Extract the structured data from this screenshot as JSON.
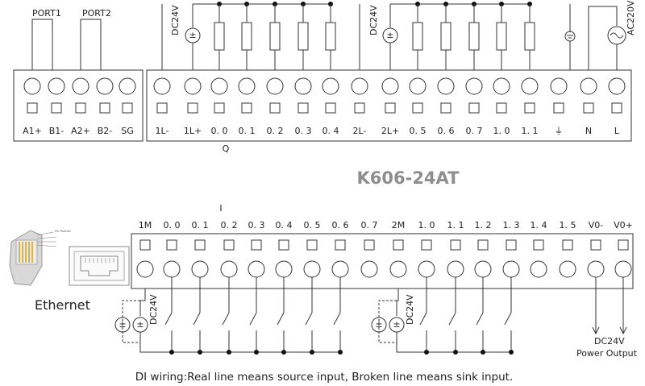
{
  "module_name": "K606-24AT",
  "ports": {
    "port1": "PORT1",
    "port2": "PORT2"
  },
  "comm_terminals": [
    "A1+",
    "B1-",
    "A2+",
    "B2-",
    "SG"
  ],
  "output_terminals": [
    "1L-",
    "1L+",
    "0. 0",
    "0. 1",
    "0. 2",
    "0. 3",
    "0. 4",
    "2L-",
    "2L+",
    "0. 5",
    "0. 6",
    "0. 7",
    "1. 0",
    "1. 1",
    "⏚",
    "N",
    "L"
  ],
  "output_group_label": "Q",
  "input_group_label": "I",
  "input_terminals": [
    "1M",
    "0. 0",
    "0. 1",
    "0. 2",
    "0. 3",
    "0. 4",
    "0. 5",
    "0. 6",
    "0. 7",
    "2M",
    "1. 0",
    "1. 1",
    "1. 2",
    "1. 3",
    "1. 4",
    "1. 5",
    "V0-",
    "V0+"
  ],
  "supply": {
    "dc": "DC24V",
    "ac": "AC220V"
  },
  "dc_output": {
    "line1": "DC24V",
    "line2": "Power Output"
  },
  "ethernet_label": "Ethernet",
  "rj45_tiny_text": "Pin Position",
  "note": "DI wiring:Real line means source input, Broken line means sink input."
}
